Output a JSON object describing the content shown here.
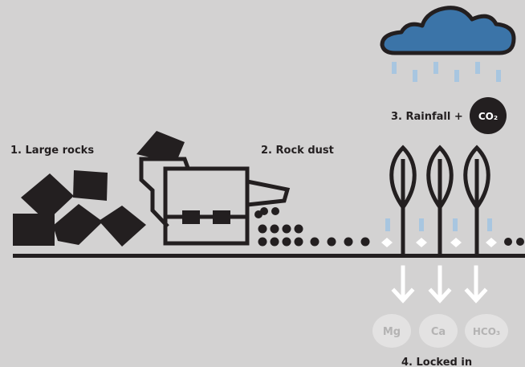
{
  "steps": {
    "step1": "1. Large rocks",
    "step2": "2. Rock dust",
    "step3": "3. Rainfall +",
    "step4": "4. Locked in"
  },
  "co2_badge": "CO₂",
  "ions": [
    "Mg",
    "Ca",
    "HCO₃"
  ],
  "colors": {
    "background": "#d3d2d2",
    "ink": "#231f20",
    "cloud": "#3b74a8",
    "rain": "#a8c6e0",
    "ion_circle": "#e3e2e2",
    "arrow": "#ffffff"
  },
  "icons": [
    "rock-icon",
    "crusher-machine-icon",
    "dust-pile-icon",
    "cloud-icon",
    "rain-icon",
    "tree-icon",
    "down-arrow-icon"
  ]
}
